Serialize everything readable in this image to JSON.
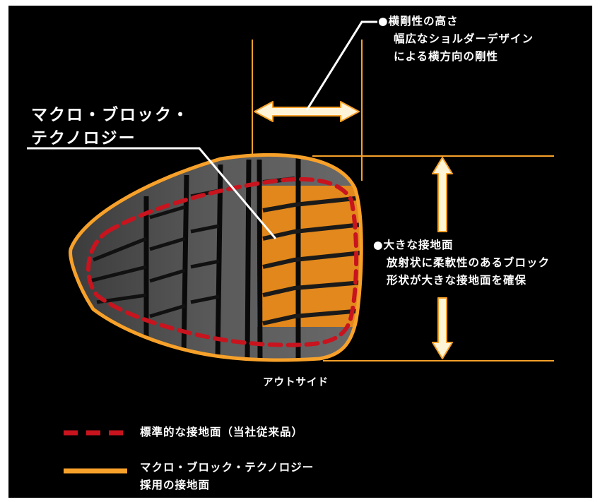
{
  "title": {
    "line1": "マクロ・ブロック・",
    "line2": "テクノロジー"
  },
  "lateral_stiffness": {
    "heading": "●横剛性の高さ",
    "line1": "幅広なショルダーデザイン",
    "line2": "による横方向の剛性"
  },
  "contact_patch": {
    "heading": "●大きな接地面",
    "line1": "放射状に柔軟性のあるブロック",
    "line2": "形状が大きな接地面を確保"
  },
  "outside_label": "アウトサイド",
  "legend": {
    "standard_label": "標準的な接地面（当社従来品）",
    "macro_line1": "マクロ・ブロック・テクノロジー",
    "macro_line2": "採用の接地面"
  },
  "colors": {
    "background": "#000000",
    "orange": "#f7a12a",
    "red_dashed": "#c8141e",
    "arrow_fill": "#fff4d8",
    "text": "#ffffff"
  },
  "icons": {
    "lateral_arrow": "double-headed-horizontal-arrow",
    "vertical_arrow": "double-headed-vertical-arrow"
  }
}
